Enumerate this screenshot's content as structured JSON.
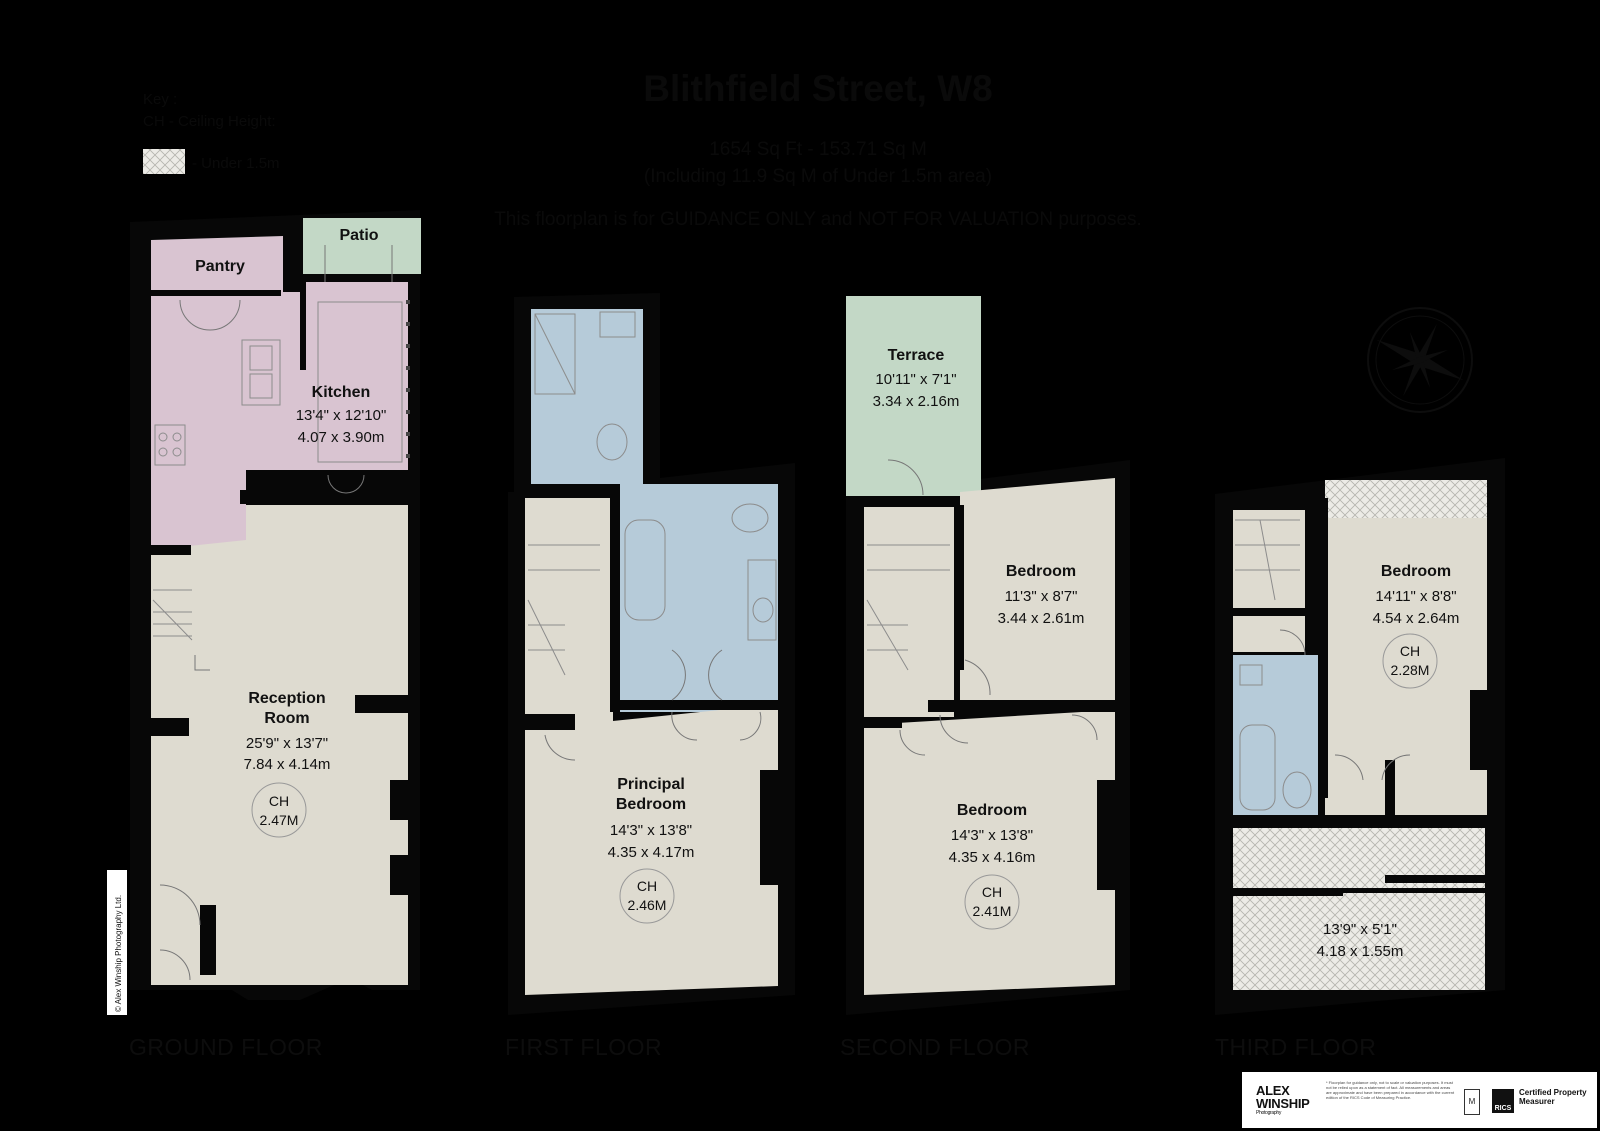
{
  "key": {
    "title": "Key :",
    "ch_line": "CH - Ceiling Height:",
    "under_label": "- Under 1.5m"
  },
  "header": {
    "title": "Blithfield Street, W8",
    "area": "1654 Sq Ft  -  153.71 Sq M",
    "area_note": "(Including 11.9 Sq M of Under 1.5m area)",
    "guidance": "This floorplan is for GUIDANCE ONLY and NOT FOR VALUATION purposes."
  },
  "ground": {
    "pantry": "Pantry",
    "patio": "Patio",
    "kitchen": {
      "name": "Kitchen",
      "imperial": "13'4\" x 12'10\"",
      "metric": "4.07 x 3.90m"
    },
    "reception": {
      "name1": "Reception",
      "name2": "Room",
      "imperial": "25'9\" x 13'7\"",
      "metric": "7.84 x 4.14m",
      "ch1": "CH",
      "ch2": "2.47M"
    },
    "label": "GROUND FLOOR"
  },
  "first": {
    "principal": {
      "name1": "Principal",
      "name2": "Bedroom",
      "imperial": "14'3\" x 13'8\"",
      "metric": "4.35 x 4.17m",
      "ch1": "CH",
      "ch2": "2.46M"
    },
    "label": "FIRST FLOOR"
  },
  "second": {
    "terrace": {
      "name": "Terrace",
      "imperial": "10'11\" x 7'1\"",
      "metric": "3.34 x 2.16m"
    },
    "bed_a": {
      "name": "Bedroom",
      "imperial": "11'3\" x 8'7\"",
      "metric": "3.44 x 2.61m"
    },
    "bed_b": {
      "name": "Bedroom",
      "imperial": "14'3\" x 13'8\"",
      "metric": "4.35 x 4.16m",
      "ch1": "CH",
      "ch2": "2.41M"
    },
    "label": "SECOND FLOOR"
  },
  "third": {
    "bed": {
      "name": "Bedroom",
      "imperial": "14'11\" x 8'8\"",
      "metric": "4.54 x 2.64m",
      "ch1": "CH",
      "ch2": "2.28M"
    },
    "loft": {
      "imperial": "13'9\" x 5'1\"",
      "metric": "4.18 x 1.55m"
    },
    "label": "THIRD FLOOR"
  },
  "copyright": "© Alex Winship Photography Ltd.",
  "footer": {
    "logo_line1": "ALEX",
    "logo_line2": "WINSHIP",
    "logo_sub": "Photography",
    "disclaimer": "* Floorplan for guidance only, not to scale or valuation purposes. It must not be relied upon as a statement of fact. All measurements and areas are approximate and have been prepared in accordance with the current edition of the RICS Code of Measuring Practice.",
    "rics": "RICS",
    "rics_text": "Certified Property Measurer"
  },
  "colors": {
    "floor": "#dedbd0",
    "pink": "#d9c4d1",
    "blue": "#b6cbd9",
    "green": "#c3d8c6",
    "wall": "#070707"
  }
}
